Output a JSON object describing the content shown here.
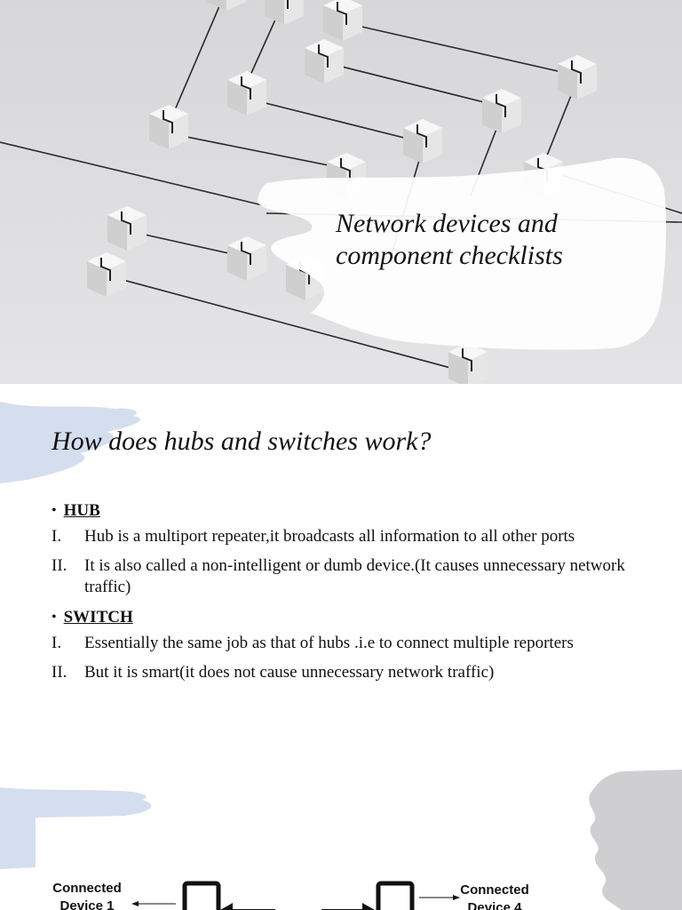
{
  "slide1": {
    "title_line1": "Network devices and",
    "title_line2": "component checklists"
  },
  "slide2": {
    "title": "How does hubs and switches work?",
    "sections": [
      {
        "bullet": "•",
        "heading": "HUB",
        "items": [
          {
            "num": "I.",
            "text": "Hub is a multiport repeater,it broadcasts all information to all other ports"
          },
          {
            "num": "II.",
            "text": "It is also called a non-intelligent or dumb device.(It causes unnecessary network traffic)"
          }
        ]
      },
      {
        "bullet": "•",
        "heading": "SWITCH",
        "items": [
          {
            "num": "I.",
            "text": "Essentially the same job as that of hubs .i.e to connect multiple reporters"
          },
          {
            "num": "II.",
            "text": "But it is smart(it does not cause unnecessary network traffic)"
          }
        ]
      }
    ]
  },
  "slide3": {
    "left_label_line1": "Connected",
    "left_label_line2": "Device 1",
    "right_label_line1": "Connected",
    "right_label_line2": "Device 4"
  },
  "colors": {
    "slide1_bg": "#dcdcde",
    "accent_blue": "#d5deef",
    "accent_gray": "#cfcfd1"
  }
}
